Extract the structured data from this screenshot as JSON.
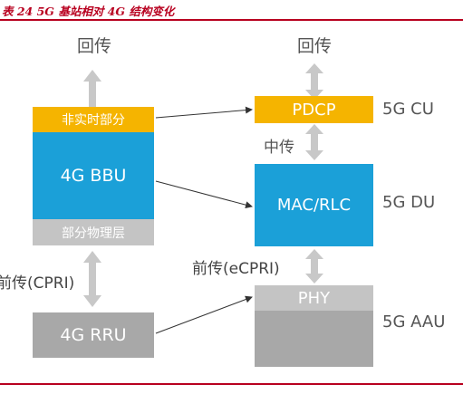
{
  "caption": "表 24 5G 基站相对 4G 结构变化",
  "left": {
    "backhaul": "回传",
    "non_realtime": "非实时部分",
    "bbu": "4G BBU",
    "partial_phy": "部分物理层",
    "fronthaul": "前传(CPRI)",
    "rru": "4G RRU"
  },
  "right": {
    "backhaul": "回传",
    "pdcp": "PDCP",
    "cu_label": "5G CU",
    "midhaul": "中传",
    "mac_rlc": "MAC/RLC",
    "du_label": "5G DU",
    "fronthaul": "前传(eCPRI)",
    "phy": "PHY",
    "aau_label": "5G AAU"
  },
  "colors": {
    "caption": "#b8001f",
    "orange": "#f5b400",
    "blue": "#1ba0d8",
    "light_gray": "#c4c4c4",
    "mid_gray": "#a8a8a8",
    "dark_gray": "#999999",
    "arrow_gray": "#c8c8c8",
    "text_dark": "#555555"
  }
}
